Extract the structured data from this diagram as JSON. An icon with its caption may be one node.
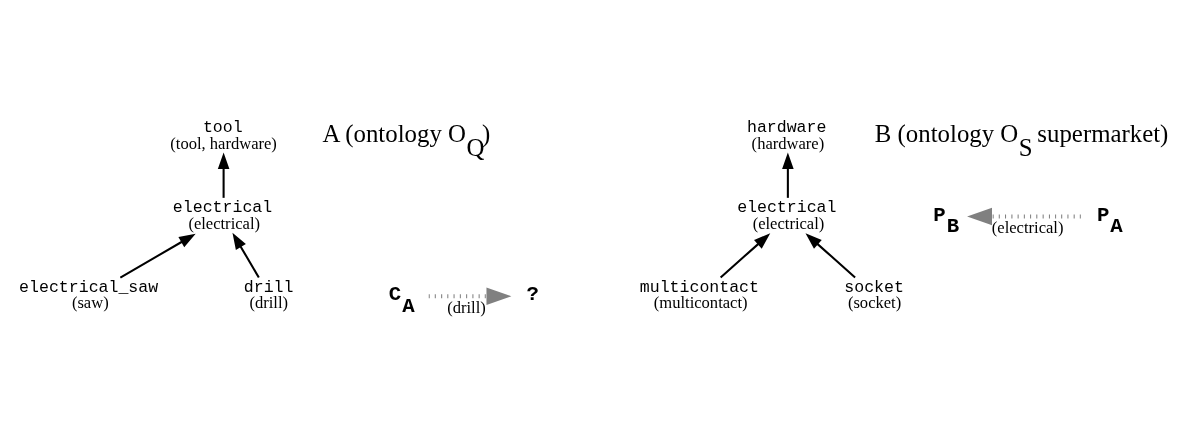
{
  "diagram": {
    "nodes": [
      {
        "text": [
          "tool",
          "(tool, hardware)"
        ]
      },
      {
        "text": [
          "electrical",
          "(electrical)"
        ]
      },
      {
        "text": [
          "electrical_saw",
          "(saw)"
        ]
      },
      {
        "text": [
          "drill",
          "(drill)"
        ]
      },
      {
        "text": [
          "P$_{A}$"
        ]
      },
      {
        "text": [
          "C$_{A}$"
        ]
      },
      {
        "text": [
          "hardware",
          "(hardware)"
        ]
      },
      {
        "text": [
          "electrical",
          "(electrical)"
        ]
      },
      {
        "text": [
          "multicontact",
          "(multicontact)"
        ]
      },
      {
        "text": [
          "socket",
          "(socket)"
        ]
      },
      {
        "text": [
          "P$_{B}$"
        ]
      },
      {
        "text": [
          "?"
        ]
      }
    ],
    "edges": [
      {
        "from": 1,
        "to": 0,
        "arrow": "to"
      },
      {
        "from": 2,
        "to": 1,
        "arrow": "to"
      },
      {
        "from": 3,
        "to": 1,
        "arrow": "to"
      },
      {
        "from": 4,
        "to": 10,
        "arrow": "to",
        "label": "(electrical)",
        "style": "dashed",
        "color": "#808080"
      },
      {
        "from": 5,
        "to": 11,
        "arrow": "to",
        "label": "(drill)",
        "style": "dashed",
        "color": "#808080"
      },
      {
        "from": 7,
        "to": 6,
        "arrow": "to"
      },
      {
        "from": 8,
        "to": 7,
        "arrow": "to"
      },
      {
        "from": 9,
        "to": 7,
        "arrow": "to"
      }
    ],
    "labels": [
      "A (ontology O$_{Q}$)",
      "B (ontology O$_{S}$ supermarket)"
    ]
  }
}
